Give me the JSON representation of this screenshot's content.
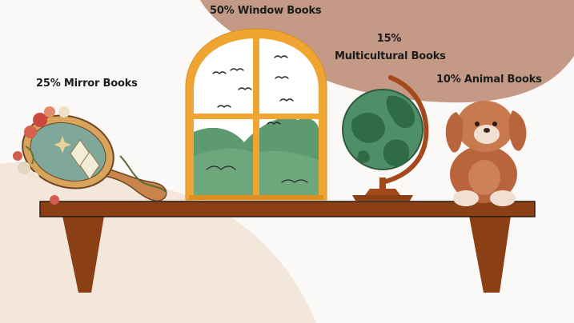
{
  "chart_data": {
    "type": "pictorial",
    "categories": [
      "Mirror Books",
      "Window Books",
      "Multicultural Books",
      "Animal Books"
    ],
    "values": [
      25,
      50,
      15,
      10
    ],
    "unit": "%",
    "title": "",
    "labels": [
      {
        "pct": "25%",
        "name": "Mirror Books"
      },
      {
        "pct": "50%",
        "name": "Window Books"
      },
      {
        "pct": "15%",
        "name": "Multicultural Books"
      },
      {
        "pct": "10%",
        "name": "Animal Books"
      }
    ]
  },
  "colors": {
    "background": "#faf9f7",
    "blob_top": "#c49a86",
    "blob_bottom": "#f3e6da",
    "shelf": "#8a3f15",
    "window_frame": "#f0a532",
    "window_hills": "#5d9a6f",
    "globe_ocean": "#4e8f6a",
    "globe_land": "#2f6b45",
    "globe_stand": "#a5481c",
    "puppy": "#b8653c",
    "mirror_glass": "#7fa89a"
  },
  "icons": [
    "hand-mirror-icon",
    "window-icon",
    "globe-icon",
    "puppy-plush-icon"
  ]
}
